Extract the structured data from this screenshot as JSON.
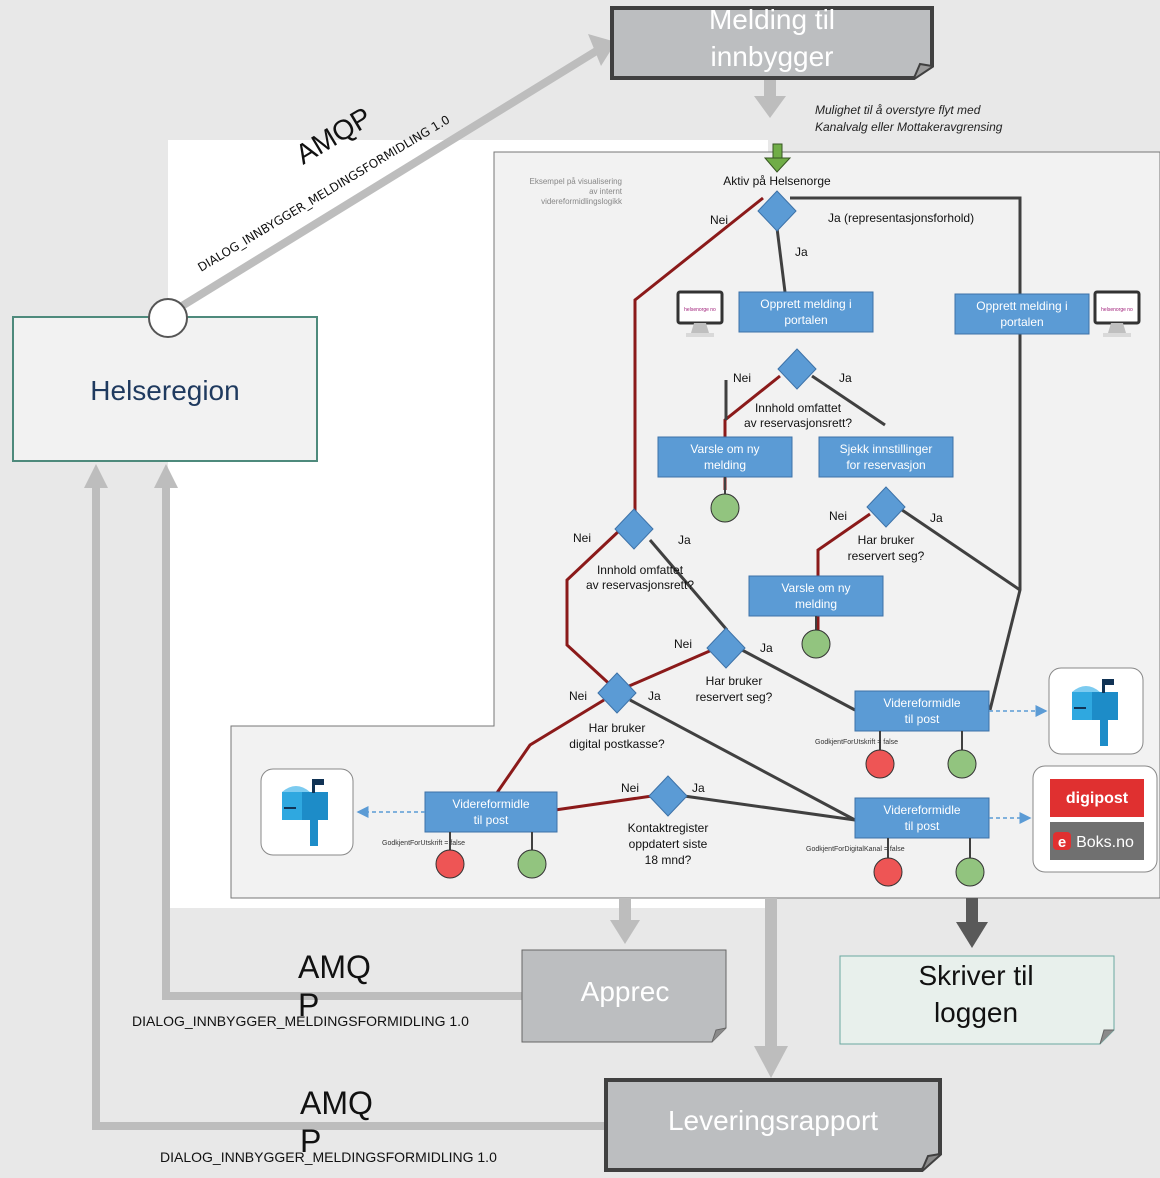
{
  "top_box": {
    "line1": "Melding til",
    "line2": "innbygger"
  },
  "note": {
    "line1": "Mulighet til å overstyre flyt med",
    "line2": "Kanalvalg eller Mottakeravgrensing"
  },
  "left_box": {
    "label": "Helseregion"
  },
  "amqp_top": {
    "label": "AMQP",
    "queue": "DIALOG_INNBYGGER_MELDINGSFORMIDLING 1.0"
  },
  "amqp_mid": {
    "label1": "AMQ",
    "label2": "P",
    "queue": "DIALOG_INNBYGGER_MELDINGSFORMIDLING 1.0"
  },
  "amqp_bot": {
    "label1": "AMQ",
    "label2": "P",
    "queue": "DIALOG_INNBYGGER_MELDINGSFORMIDLING 1.0"
  },
  "apprec": {
    "label": "Apprec"
  },
  "log_box": {
    "line1": "Skriver til",
    "line2": "loggen"
  },
  "delivery": {
    "label": "Leveringsrapport"
  },
  "inner": {
    "caption": [
      "Eksempel på visualisering",
      "av internt",
      "videreformidlingslogikk"
    ],
    "start": "Aktiv på Helsenorge",
    "nei": "Nei",
    "ja": "Ja",
    "ja_rep": "Ja (representasjonsforhold)",
    "opprett": [
      "Opprett melding i",
      "portalen"
    ],
    "varsle": [
      "Varsle om ny",
      "melding"
    ],
    "sjekk": [
      "Sjekk innstillinger",
      "for reservasjon"
    ],
    "q_reserv_right": [
      "Innhold omfattet",
      "av reservasjonsrett?"
    ],
    "q_reserv_left": [
      "Innhold omfattet",
      "av reservasjonsrett?"
    ],
    "q_har_reservert_right": [
      "Har bruker",
      "reservert seg?"
    ],
    "q_har_reservert_mid": [
      "Har bruker",
      "reservert seg?"
    ],
    "q_digital": [
      "Har bruker",
      "digital postkasse?"
    ],
    "q_kontakt": [
      "Kontaktregister",
      "oppdatert siste",
      "18 mnd?"
    ],
    "videre": [
      "Videreformidle",
      "til post"
    ],
    "flag_utskrift": "GodkjentForUtskrift = false",
    "flag_digital": "GodkjentForDigitalKanal = false",
    "helsenorge_logo": "helsenorge no",
    "digipost": "digipost",
    "eboks": "Boks.no",
    "eboks_e": "e"
  },
  "colors": {
    "red": "#8b1a1a",
    "dark": "#404040",
    "blue": "#5b9bd5",
    "green": "#92c47f",
    "redcircle": "#ee5555",
    "grey": "#bdbdbd"
  }
}
